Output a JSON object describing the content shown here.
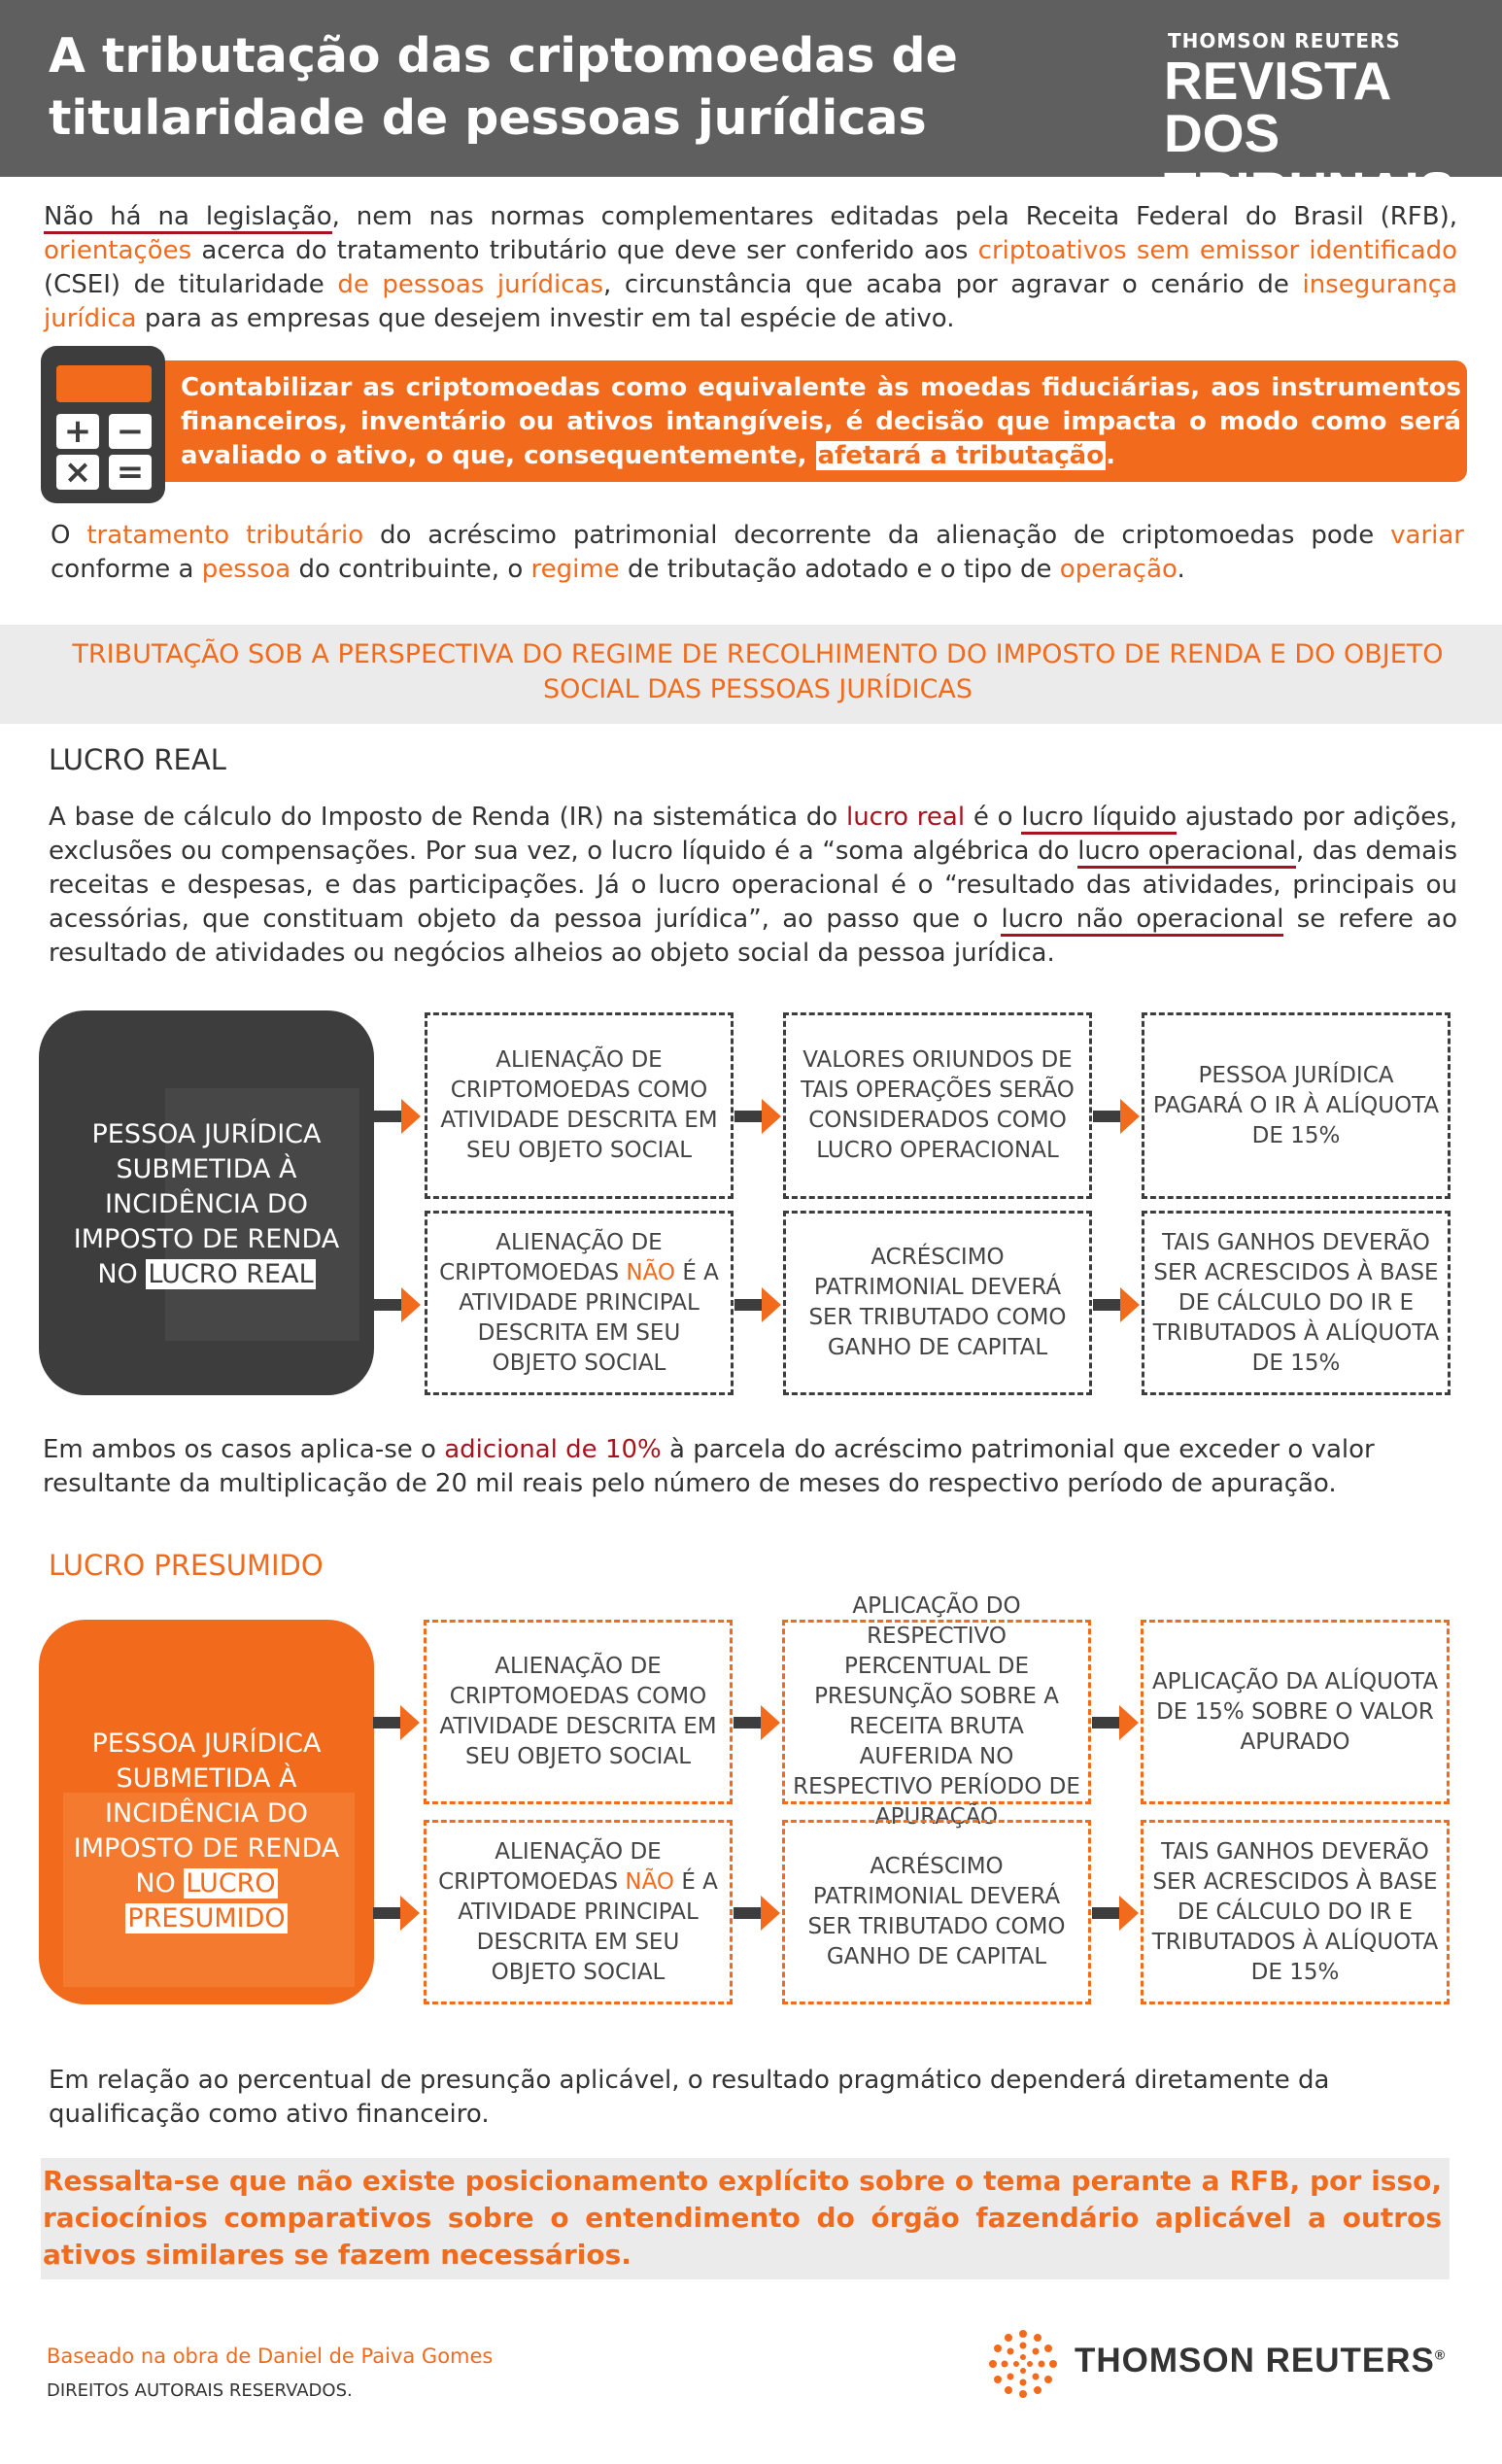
{
  "header": {
    "title": "A tributação das criptomoedas de titularidade de pessoas jurídicas",
    "brand_small": "THOMSON REUTERS",
    "brand_big": "REVISTA DOS TRIBUNAIS",
    "brand_tm": "™"
  },
  "intro": {
    "s1": "Não há na legislação",
    "s2": ", nem nas normas complementares editadas pela Receita Federal do Brasil (RFB), ",
    "s3": "orientações",
    "s4": " acerca do tratamento tributário que deve ser conferido aos ",
    "s5": "criptoativos sem emissor identificado",
    "s6": " (CSEI) de titularidade ",
    "s7": "de pessoas jurídicas",
    "s8": ", circunstância que acaba por agravar o cenário de ",
    "s9": "insegurança jurídica",
    "s10": " para as empresas que desejem investir em tal espécie de ativo."
  },
  "calculator": {
    "icon": "calculator-icon",
    "keys": [
      "+",
      "−",
      "×",
      "="
    ]
  },
  "callout": {
    "text": "Contabilizar as criptomoedas como equivalente às moedas fiduciárias, aos instrumentos financeiros, inventário ou ativos intangíveis, é decisão que impacta o modo como será avaliado o ativo, o que, consequentemente, ",
    "highlight": "afetará a tributação",
    "end": "."
  },
  "para2": {
    "s1": "O ",
    "s2": "tratamento tributário",
    "s3": " do acréscimo patrimonial decorrente da alienação de criptomoedas pode ",
    "s4": "variar",
    "s5": " conforme a ",
    "s6": "pessoa",
    "s7": " do contribuinte, o ",
    "s8": "regime",
    "s9": " de tributação adotado e o tipo de ",
    "s10": "operação",
    "s11": "."
  },
  "section": {
    "title": "TRIBUTAÇÃO SOB A PERSPECTIVA DO REGIME DE RECOLHIMENTO DO IMPOSTO DE RENDA E DO OBJETO SOCIAL DAS PESSOAS JURÍDICAS"
  },
  "lucro_real": {
    "title": "LUCRO REAL",
    "p1": "A base de cálculo do Imposto de Renda (IR) na sistemática do ",
    "p2": "lucro real",
    "p3": " é o ",
    "p4": "lucro líquido",
    "p5": " ajustado por adições, exclusões ou compensações.  Por sua vez, o lucro líquido é a “soma algébrica do ",
    "p6": "lucro operacional",
    "p7": ", das demais receitas e despesas, e das participações. Já o lucro operacional é o “resultado das atividades, principais ou acessórias, que constituam objeto da pessoa jurídica”, ao passo que o ",
    "p8": "lucro não operacional",
    "p9": " se refere ao resultado de atividades ou negócios alheios ao objeto social da pessoa jurídica.",
    "box_main_1": "PESSOA JURÍDICA SUBMETIDA À INCIDÊNCIA DO IMPOSTO DE RENDA NO ",
    "box_main_hl": "LUCRO REAL",
    "row1": [
      "ALIENAÇÃO DE CRIPTOMOEDAS COMO ATIVIDADE DESCRITA EM SEU OBJETO SOCIAL",
      "VALORES ORIUNDOS DE TAIS OPERAÇÕES SERÃO CONSIDERADOS COMO LUCRO OPERACIONAL",
      "PESSOA JURÍDICA PAGARÁ O IR À ALÍQUOTA DE 15%"
    ],
    "row2_a1": "ALIENAÇÃO DE CRIPTOMOEDAS ",
    "row2_a2": "NÃO",
    "row2_a3": " É A ATIVIDADE PRINCIPAL DESCRITA EM SEU OBJETO SOCIAL",
    "row2_b": "ACRÉSCIMO PATRIMONIAL DEVERÁ SER TRIBUTADO COMO GANHO DE CAPITAL",
    "row2_c": "TAIS GANHOS DEVERÃO SER ACRESCIDOS À BASE DE CÁLCULO DO IR E TRIBUTADOS À ALÍQUOTA DE 15%"
  },
  "note1": {
    "s1": "Em ambos os casos aplica-se o ",
    "s2": "adicional de 10%",
    "s3": " à parcela do acréscimo patrimonial que exceder o valor resultante da multiplicação de 20 mil reais pelo número de meses do respectivo período de apuração."
  },
  "lucro_presumido": {
    "title": "LUCRO PRESUMIDO",
    "box_main_1": "PESSOA JURÍDICA SUBMETIDA À INCIDÊNCIA DO IMPOSTO DE RENDA NO ",
    "box_main_hl1": "LUCRO",
    "box_main_hl2": "PRESUMIDO",
    "row1": [
      "ALIENAÇÃO DE CRIPTOMOEDAS COMO ATIVIDADE DESCRITA EM SEU OBJETO SOCIAL",
      "APLICAÇÃO DO RESPECTIVO PERCENTUAL DE PRESUNÇÃO SOBRE A RECEITA BRUTA AUFERIDA NO RESPECTIVO PERÍODO DE APURAÇÃO",
      "APLICAÇÃO DA ALÍQUOTA DE 15% SOBRE O VALOR APURADO"
    ],
    "row2_a1": "ALIENAÇÃO DE CRIPTOMOEDAS ",
    "row2_a2": "NÃO",
    "row2_a3": " É A ATIVIDADE PRINCIPAL DESCRITA EM SEU OBJETO SOCIAL",
    "row2_b": "ACRÉSCIMO PATRIMONIAL DEVERÁ SER TRIBUTADO COMO GANHO DE CAPITAL",
    "row2_c": "TAIS GANHOS DEVERÃO SER ACRESCIDOS À BASE DE CÁLCULO DO IR E TRIBUTADOS À ALÍQUOTA DE 15%"
  },
  "note2": "Em relação ao percentual de presunção aplicável, o resultado pragmático dependerá diretamente da qualificação como ativo financeiro.",
  "final": "Ressalta-se que não existe posicionamento explícito sobre o tema perante a RFB, por isso, raciocínios comparativos sobre o entendimento do órgão fazendário aplicável a outros ativos similares se fazem necessários.",
  "footer": {
    "based_on": "Baseado na obra de Daniel de Paiva Gomes",
    "rights": "DIREITOS AUTORAIS RESERVADOS.",
    "logo_text": "THOMSON REUTERS",
    "logo_mark": "®"
  },
  "colors": {
    "orange": "#f26b1d",
    "dark": "#3d3d3d",
    "header": "#5f5f5f",
    "red": "#a7141e"
  }
}
